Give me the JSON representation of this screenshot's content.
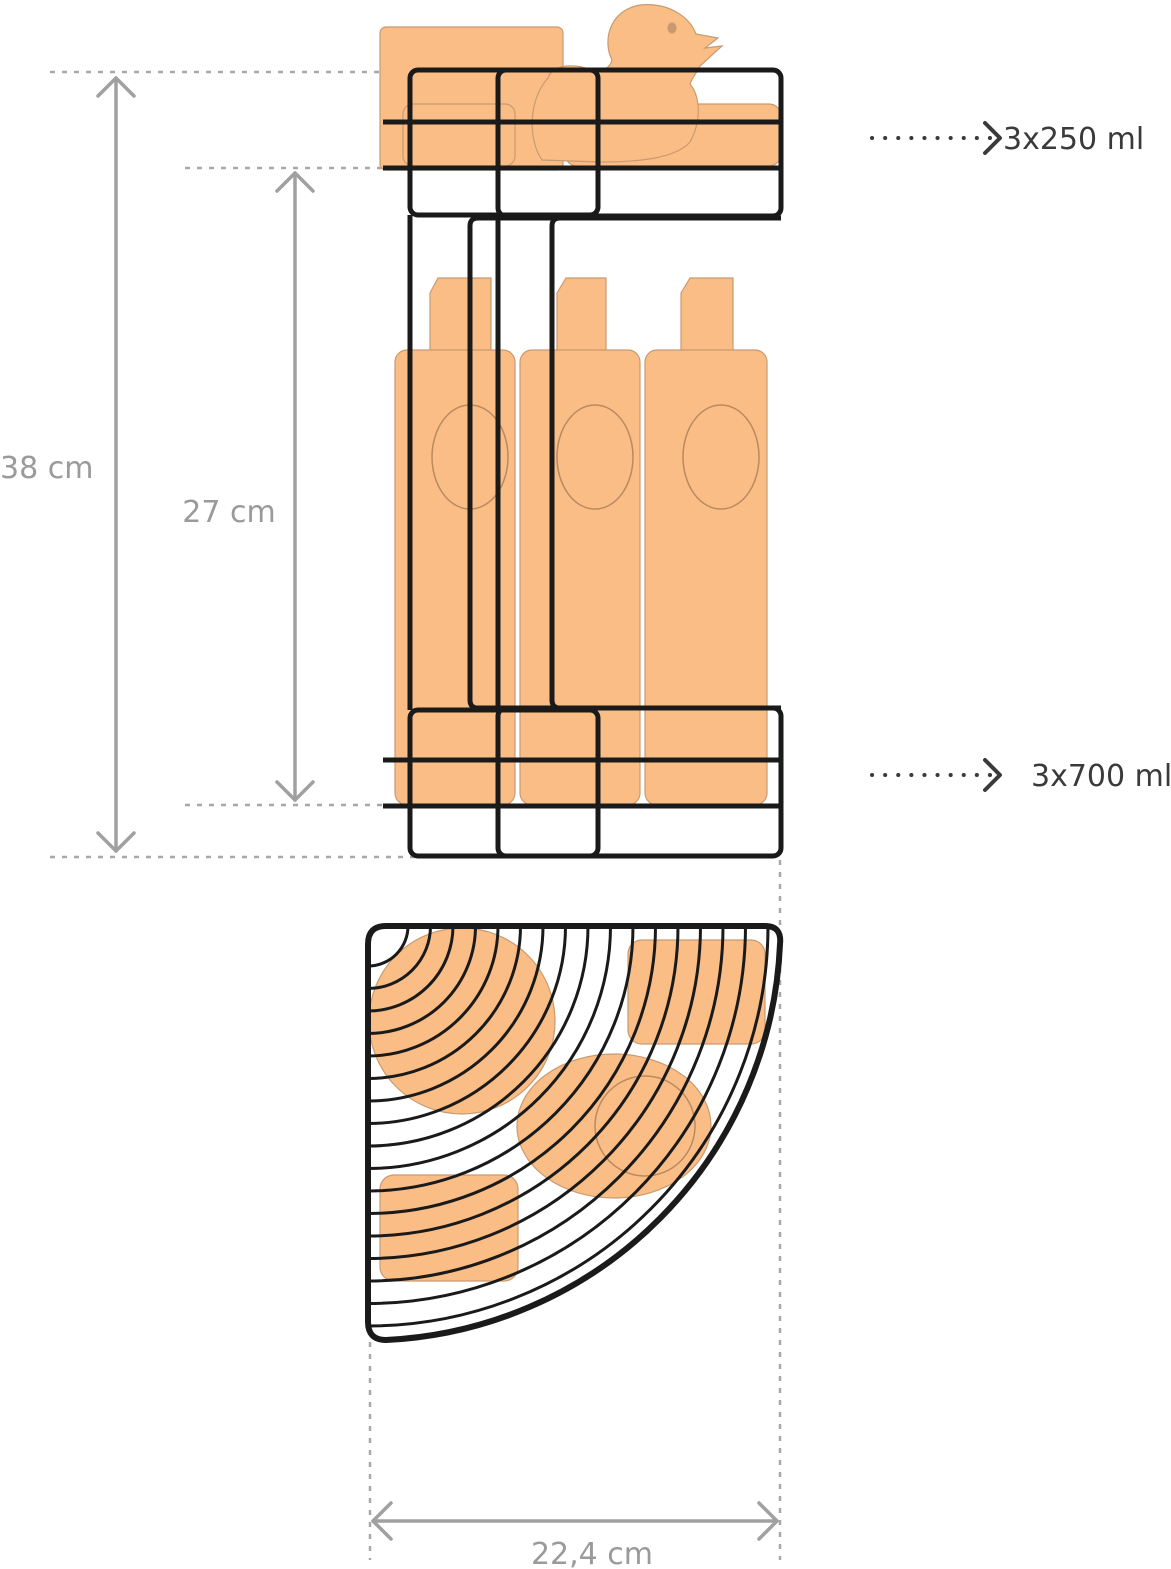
{
  "dimensions": {
    "total_height": "38 cm",
    "inner_height": "27 cm",
    "width": "22,4 cm"
  },
  "capacities": {
    "top_shelf": "3x250 ml",
    "bottom_shelf": "3x700 ml"
  },
  "colors": {
    "product_fill": "#fbbd86",
    "wire": "#1a1a1a",
    "dimension_line": "#a0a0a0",
    "dashed_guide": "#a8a8a8",
    "capacity_arrow": "#3a3a3a"
  },
  "icons": [
    "rubber-duck-icon",
    "shampoo-bottle-icon",
    "soap-bar-icon",
    "sponge-icon"
  ]
}
